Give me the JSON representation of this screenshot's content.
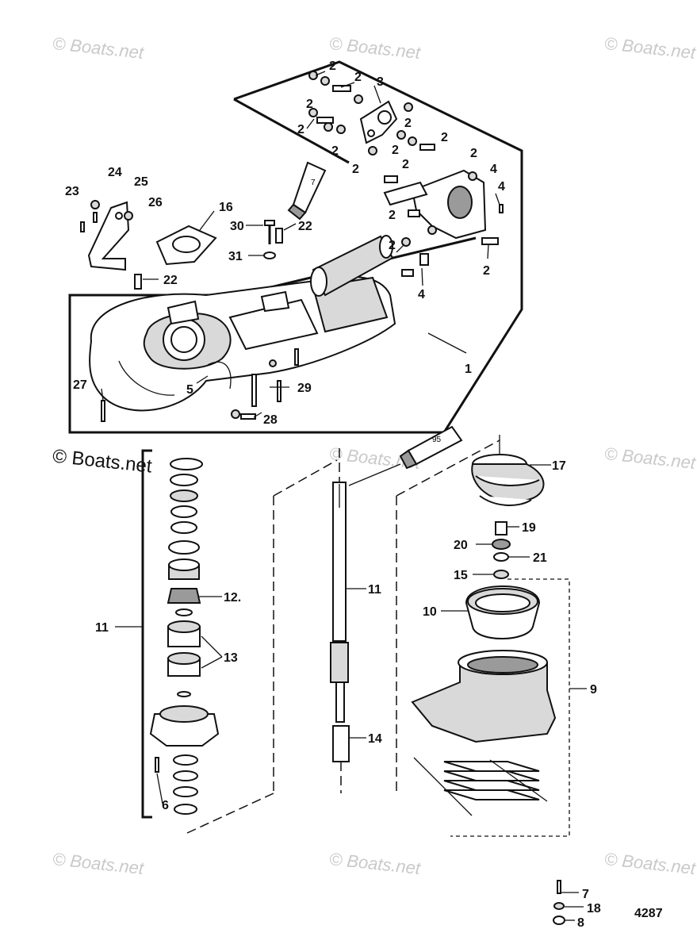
{
  "watermarks": {
    "text": "© Boats.net",
    "dark_text": "© Boats.net"
  },
  "figure_number": "4287",
  "tube_labels": {
    "upper": "7",
    "lower": "95"
  },
  "callouts": {
    "c1": "1",
    "c2": "2",
    "c3": "3",
    "c4": "4",
    "c5": "5",
    "c6": "6",
    "c7": "7",
    "c8": "8",
    "c9": "9",
    "c10": "10",
    "c11": "11",
    "c12": "12.",
    "c13": "13",
    "c14": "14",
    "c15": "15",
    "c16": "16",
    "c17": "17",
    "c18": "18",
    "c19": "19",
    "c20": "20",
    "c21": "21",
    "c22": "22",
    "c23": "23",
    "c24": "24",
    "c25": "25",
    "c26": "26",
    "c27": "27",
    "c28": "28",
    "c29": "29",
    "c30": "30",
    "c31": "31"
  }
}
